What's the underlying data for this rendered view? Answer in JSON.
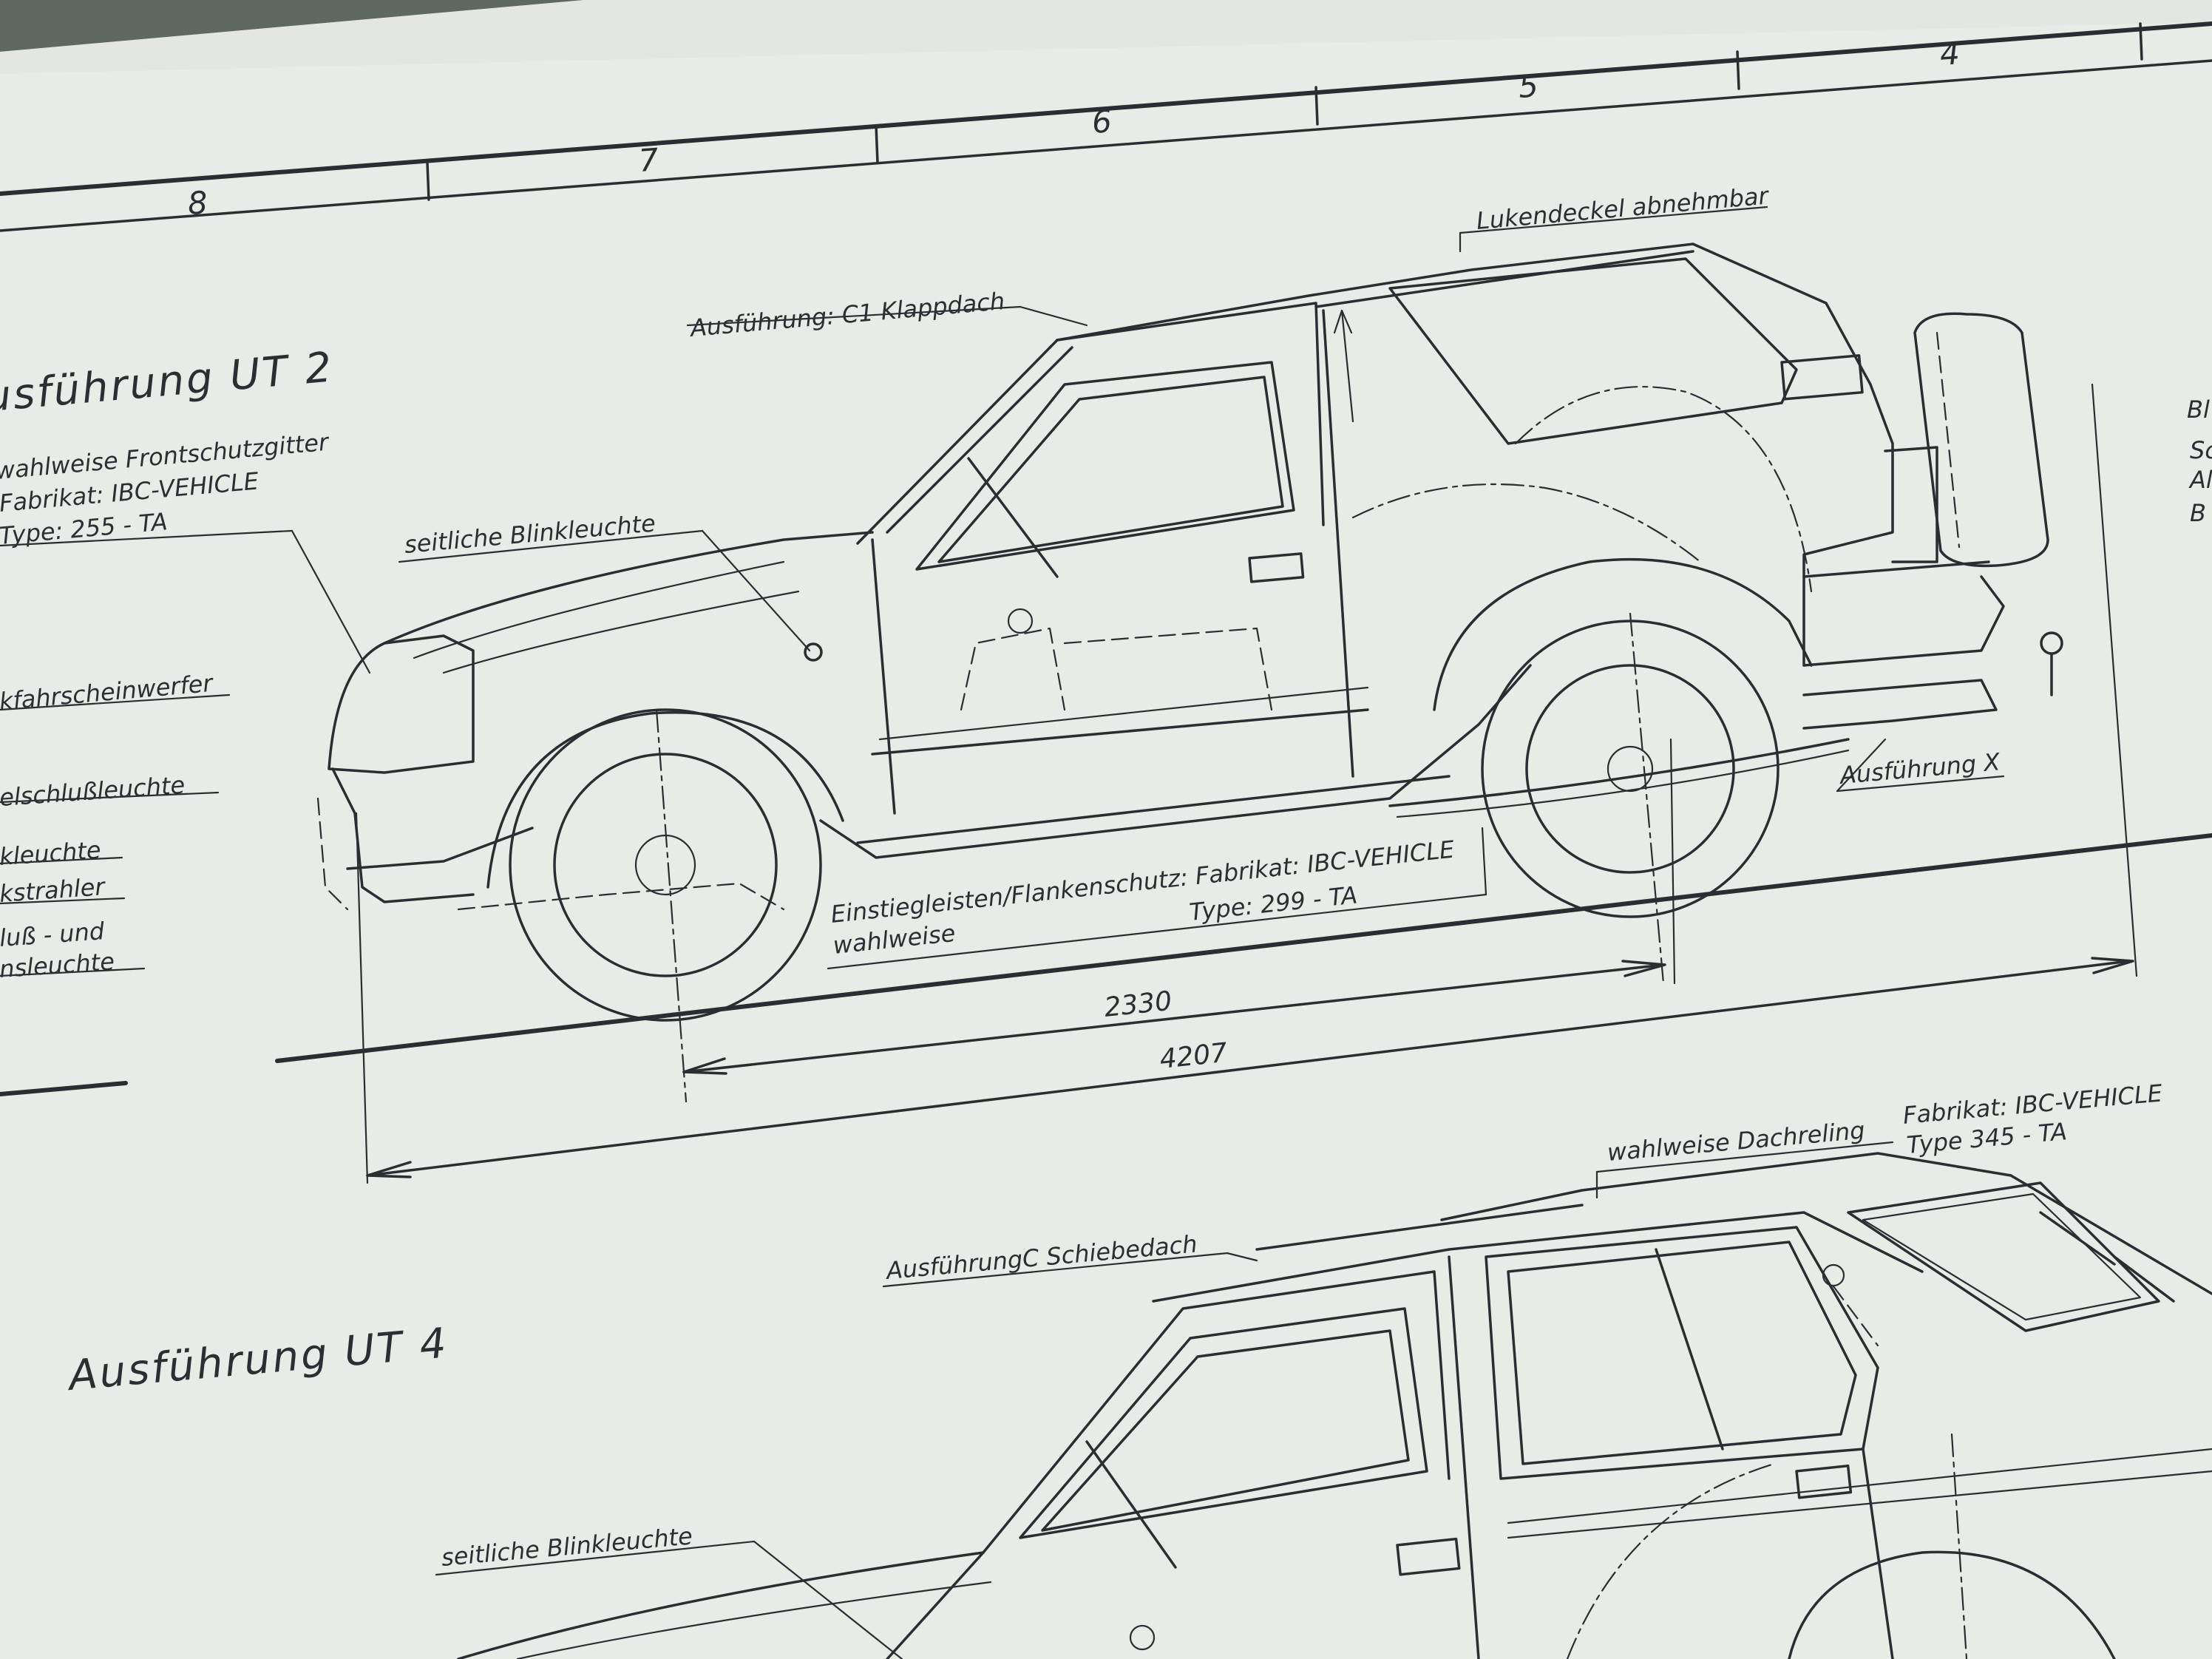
{
  "border": {
    "zones": [
      "8",
      "7",
      "6",
      "5",
      "4"
    ]
  },
  "ut2": {
    "title": "Ausführung   UT 2",
    "labels": {
      "roof_option": "Ausführung: C1 Klappdach",
      "hatch_cover": "Lukendeckel abnehmbar",
      "front_guard_1": "wahlweise Frontschutzgitter",
      "front_guard_2": "Fabrikat: IBC-VEHICLE",
      "front_guard_3": "Type: 255 - TA",
      "side_indicator": "seitliche Blinkleuchte",
      "left_1": "kfahrscheinwerfer",
      "left_2": "elschlußleuchte",
      "left_3": "kleuchte",
      "left_4": "kstrahler",
      "left_5": "luß - und",
      "left_6": "nsleuchte",
      "option_x": "Ausführung X",
      "sills_1": "Einstiegleisten/Flankenschutz: Fabrikat: IBC-VEHICLE",
      "sills_2": "Type: 299 - TA",
      "sills_3": "wahlweise",
      "right_edge_1": "Bl",
      "right_edge_2": "Sc",
      "right_edge_3": "Al",
      "right_edge_4": "B"
    },
    "dimensions": {
      "wheelbase": "2330",
      "overall_length": "4207"
    }
  },
  "ut4": {
    "title": "Ausführung  UT 4",
    "labels": {
      "roof_rail_option": "wahlweise Dachreling",
      "roof_rail_make": "Fabrikat: IBC-VEHICLE",
      "roof_rail_type": "Type 345 - TA",
      "sunroof": "AusführungC Schiebedach",
      "side_indicator": "seitliche Blinkleuchte"
    }
  }
}
